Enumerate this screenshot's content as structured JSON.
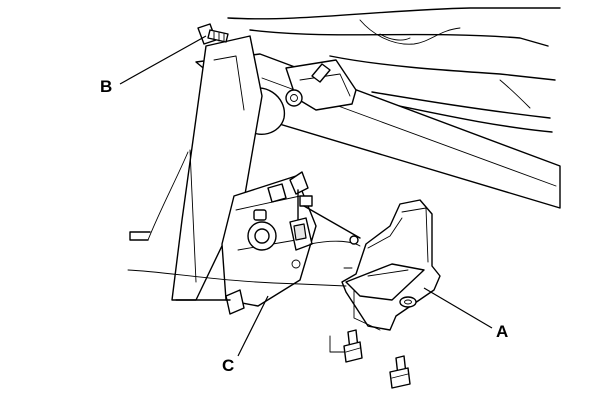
{
  "diagram": {
    "callouts": {
      "a": "A",
      "b": "B",
      "c": "C"
    }
  }
}
